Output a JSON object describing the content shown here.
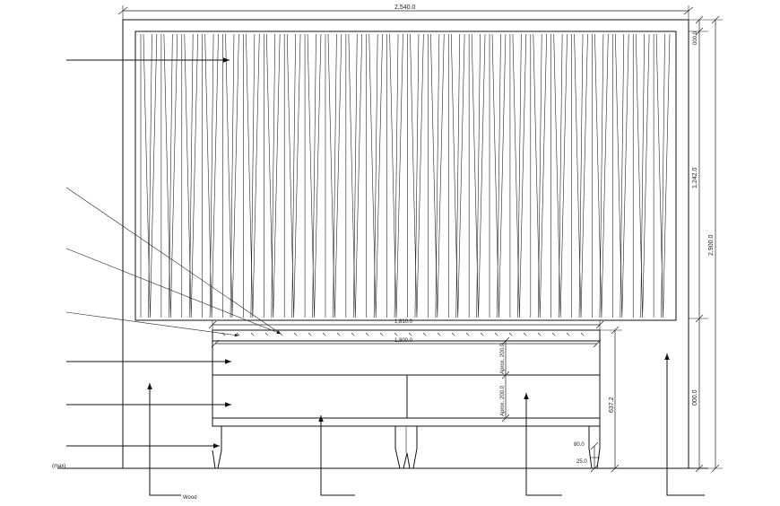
{
  "dimensions": {
    "overall_width": "2,540.0",
    "top_margin": "000.0",
    "headboard_height": "1,242.0",
    "total_height": "2,900.0",
    "lower_height": "000.0",
    "frame_width": "1,810.0",
    "mattress_width": "1,800.0",
    "bed_height": "637.2",
    "upper_mattress_label": "Aprox. 200.0",
    "lower_mattress_label": "Aprox. 200.0",
    "leg_height": "80.0",
    "floor_gap": "25.0"
  },
  "labels": {
    "floor_note": "(max)",
    "wood": "Wood"
  }
}
